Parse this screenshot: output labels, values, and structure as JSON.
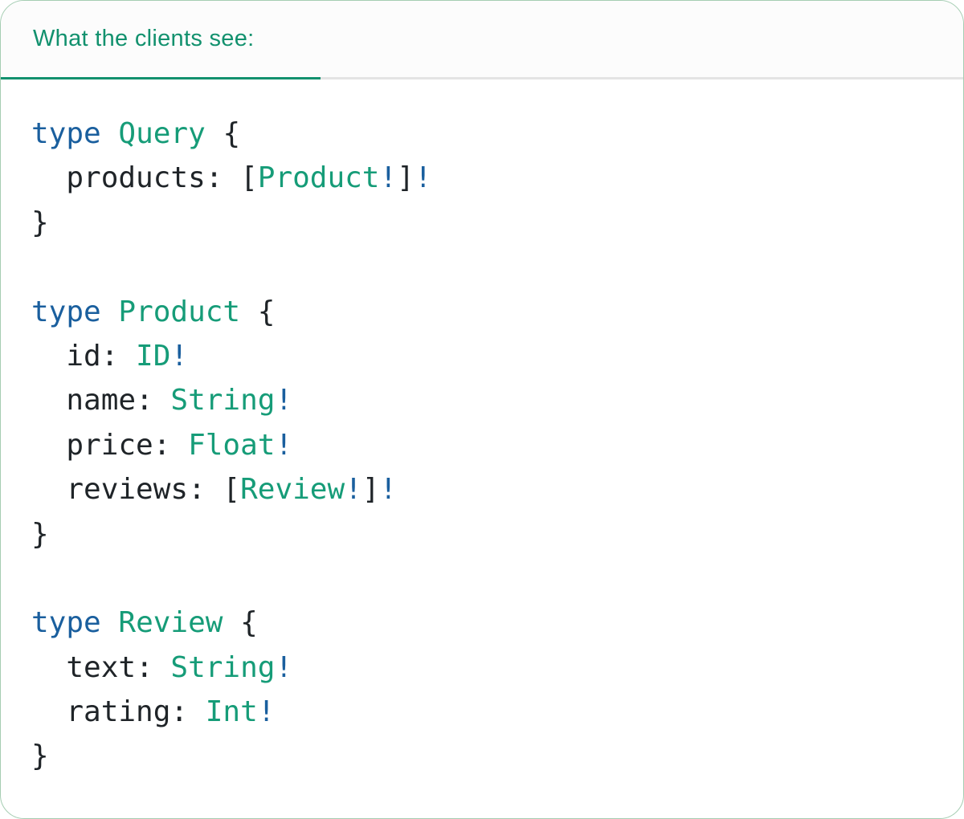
{
  "tabs": [
    {
      "label": "What the clients see:",
      "active": true
    }
  ],
  "colors": {
    "accent_teal": "#12916e",
    "separator_gray": "#e4e4e4",
    "tab_bar_background": "#fcfcfc",
    "card_border_green": "#a5cdb2",
    "keyword_blue": "#1a5f9e",
    "type_name_teal": "#169c78",
    "bang_blue": "#1a5f9e",
    "code_plain_dark": "#1f2428"
  },
  "code": {
    "lines": [
      [
        {
          "t": "type",
          "c": "kw"
        },
        {
          "t": " ",
          "c": "p"
        },
        {
          "t": "Query",
          "c": "ty"
        },
        {
          "t": " {",
          "c": "p"
        }
      ],
      [
        {
          "t": "  products: [",
          "c": "p"
        },
        {
          "t": "Product",
          "c": "ty"
        },
        {
          "t": "!",
          "c": "b"
        },
        {
          "t": "]",
          "c": "p"
        },
        {
          "t": "!",
          "c": "b"
        }
      ],
      [
        {
          "t": "}",
          "c": "p"
        }
      ],
      [],
      [
        {
          "t": "type",
          "c": "kw"
        },
        {
          "t": " ",
          "c": "p"
        },
        {
          "t": "Product",
          "c": "ty"
        },
        {
          "t": " {",
          "c": "p"
        }
      ],
      [
        {
          "t": "  id: ",
          "c": "p"
        },
        {
          "t": "ID",
          "c": "ty"
        },
        {
          "t": "!",
          "c": "b"
        }
      ],
      [
        {
          "t": "  name: ",
          "c": "p"
        },
        {
          "t": "String",
          "c": "ty"
        },
        {
          "t": "!",
          "c": "b"
        }
      ],
      [
        {
          "t": "  price: ",
          "c": "p"
        },
        {
          "t": "Float",
          "c": "ty"
        },
        {
          "t": "!",
          "c": "b"
        }
      ],
      [
        {
          "t": "  reviews: [",
          "c": "p"
        },
        {
          "t": "Review",
          "c": "ty"
        },
        {
          "t": "!",
          "c": "b"
        },
        {
          "t": "]",
          "c": "p"
        },
        {
          "t": "!",
          "c": "b"
        }
      ],
      [
        {
          "t": "}",
          "c": "p"
        }
      ],
      [],
      [
        {
          "t": "type",
          "c": "kw"
        },
        {
          "t": " ",
          "c": "p"
        },
        {
          "t": "Review",
          "c": "ty"
        },
        {
          "t": " {",
          "c": "p"
        }
      ],
      [
        {
          "t": "  text: ",
          "c": "p"
        },
        {
          "t": "String",
          "c": "ty"
        },
        {
          "t": "!",
          "c": "b"
        }
      ],
      [
        {
          "t": "  rating: ",
          "c": "p"
        },
        {
          "t": "Int",
          "c": "ty"
        },
        {
          "t": "!",
          "c": "b"
        }
      ],
      [
        {
          "t": "}",
          "c": "p"
        }
      ]
    ]
  }
}
